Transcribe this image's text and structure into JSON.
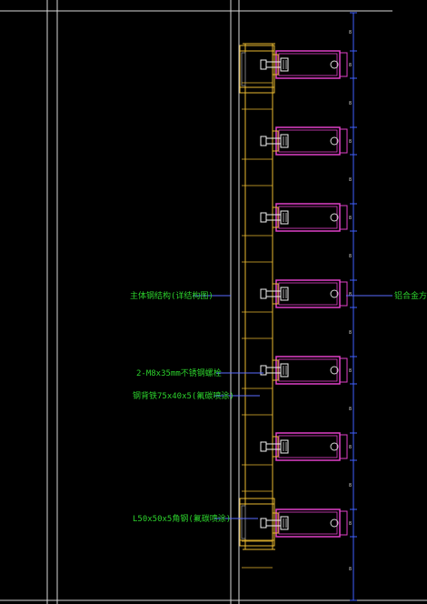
{
  "colors": {
    "background": "#000000",
    "frame_white": "#d8d8d8",
    "steel_yellow": "#e8b830",
    "aluminum_magenta": "#e040c8",
    "bolt_white": "#f0f0f0",
    "dim_blue": "#4060ff",
    "leader_blue": "#5a6cff",
    "label_green": "#2cd02c",
    "gray_line": "#7a7a7a"
  },
  "labels": {
    "main_structure": "主体钢结构(详结构图)",
    "aluminum_square_tube": "铝合金方管",
    "bolt_spec": "2-M8x35mm不锈钢螺栓",
    "steel_tube": "钢背铁75x40x5(氟碳喷涂)",
    "angle_steel": "L50x50x5角钢(氟碳喷涂)"
  },
  "modules": {
    "count": 7
  },
  "dimensions": {
    "values": [
      "8",
      "8",
      "8",
      "8",
      "8",
      "8",
      "8",
      "8",
      "8",
      "8",
      "8",
      "8",
      "8",
      "8",
      "8"
    ]
  },
  "icons": {
    "bolt": "bolt-icon",
    "circle": "circle-hole-icon"
  }
}
